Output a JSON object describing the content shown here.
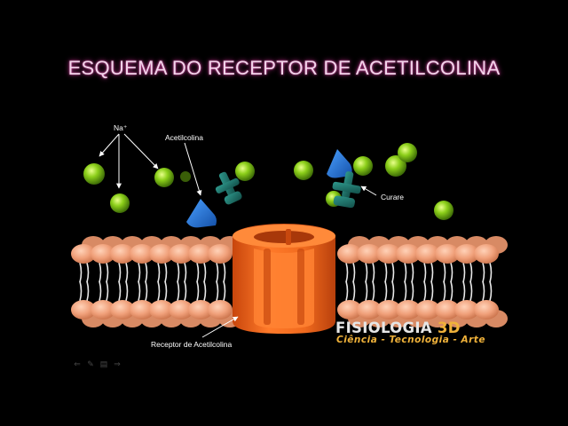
{
  "slide": {
    "title": "ESQUEMA DO RECEPTOR DE ACETILCOLINA",
    "labels": {
      "sodium": "Na⁺",
      "acetylcholine": "Acetilcolina",
      "curare": "Curare",
      "receptor": "Receptor de Acetilcolina"
    },
    "brand": {
      "name": "FISIOLOGIA",
      "suffix": "3D",
      "tagline": "Ciência - Tecnologia - Arte"
    }
  },
  "controls": [
    {
      "icon": "back-arrow-icon",
      "glyph": "⇐"
    },
    {
      "icon": "pen-icon",
      "glyph": "✎"
    },
    {
      "icon": "slides-menu-icon",
      "glyph": "▤"
    },
    {
      "icon": "forward-arrow-icon",
      "glyph": "⇒"
    }
  ],
  "colors": {
    "background": "#000000",
    "title_glow": "#c0308f",
    "sodium_ion": "#8ccf1a",
    "acetylcholine": "#1f6fd6",
    "curare": "#1f7a70",
    "receptor": "#f06a1e",
    "phospholipid_head": "#f0a07a",
    "brand_accent": "#f0b23a"
  }
}
